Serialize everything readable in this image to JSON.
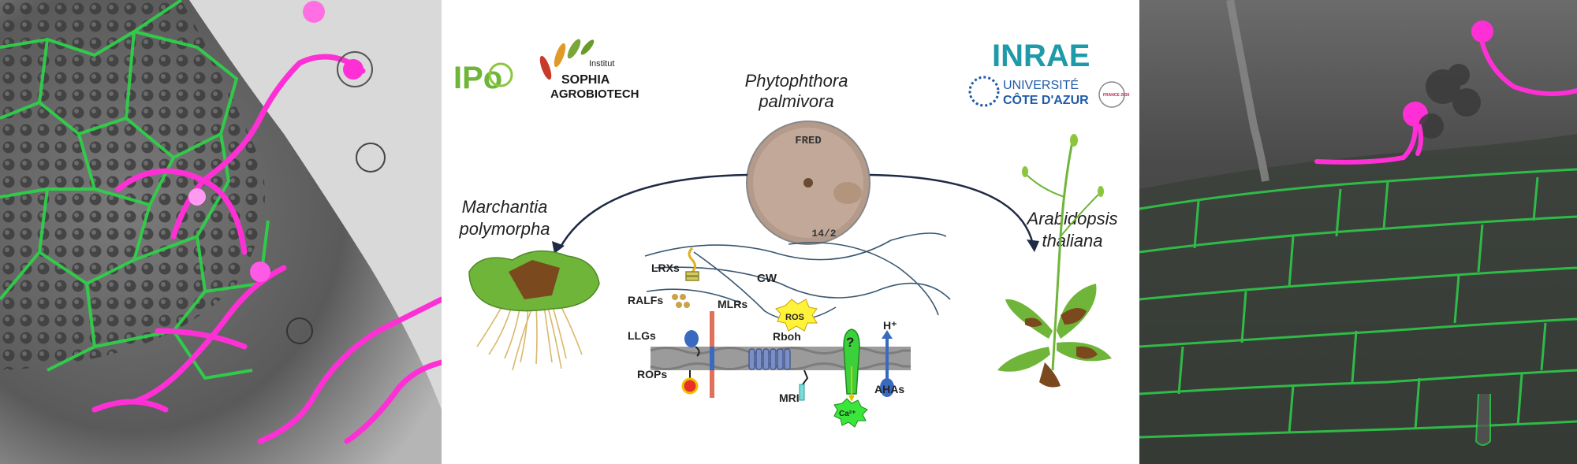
{
  "colors": {
    "membrane": "#9b9b9b",
    "leaf_green": "#6fb53a",
    "lesion_brown": "#7a4a1e",
    "hyphae_magenta": "#ff2fd6",
    "cellwall_green": "#2fd04a",
    "arrow_navy": "#1f2a44",
    "inrae_teal": "#1e9aa8"
  },
  "logos": {
    "ipbs_mark": "IPo",
    "institut": "Institut",
    "sophia": "SOPHIA",
    "agrobiotech": "AGROBIOTECH",
    "inrae": "INRAE",
    "universite": "UNIVERSITÉ",
    "cote_azur": "CÔTE D'AZUR",
    "france2030": "FRANCE 2030"
  },
  "center": {
    "pathogen_line1": "Phytophthora",
    "pathogen_line2": "palmivora",
    "left_host_line1": "Marchantia",
    "left_host_line2": "polymorpha",
    "right_host_line1": "Arabidopsis",
    "right_host_line2": "thaliana",
    "dish_text_top": "FRED",
    "dish_text_bottom": "14/2"
  },
  "molecules": {
    "lrxs": "LRXs",
    "cw": "CW",
    "ralfs": "RALFs",
    "mlrs": "MLRs",
    "ros": "ROS",
    "llgs": "LLGs",
    "rboh": "Rboh",
    "question": "?",
    "h_plus": "H⁺",
    "rops": "ROPs",
    "mri": "MRI",
    "ahas": "AHAs",
    "ca": "Ca²⁺"
  }
}
